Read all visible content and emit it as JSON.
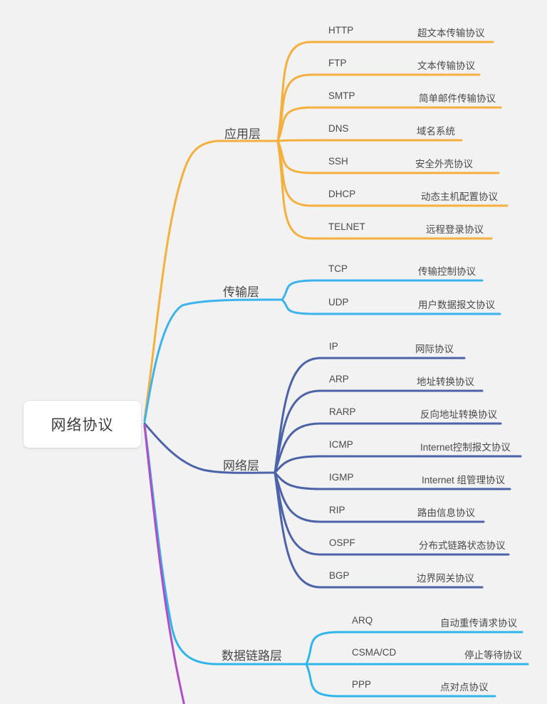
{
  "background_color": "#f2f2f2",
  "root": {
    "label": "网络协议"
  },
  "branches": [
    {
      "label": "应用层",
      "color": "#f5af3d",
      "children": [
        {
          "label": "HTTP",
          "desc": "超文本传输协议"
        },
        {
          "label": "FTP",
          "desc": "文本传输协议"
        },
        {
          "label": "SMTP",
          "desc": "简单邮件传输协议"
        },
        {
          "label": "DNS",
          "desc": "域名系统"
        },
        {
          "label": "SSH",
          "desc": "安全外壳协议"
        },
        {
          "label": "DHCP",
          "desc": "动态主机配置协议"
        },
        {
          "label": "TELNET",
          "desc": "远程登录协议"
        }
      ]
    },
    {
      "label": "传输层",
      "color": "#3ab3ee",
      "children": [
        {
          "label": "TCP",
          "desc": "传输控制协议"
        },
        {
          "label": "UDP",
          "desc": "用户数据报文协议"
        }
      ]
    },
    {
      "label": "网络层",
      "color": "#4c63a9",
      "children": [
        {
          "label": "IP",
          "desc": "网际协议"
        },
        {
          "label": "ARP",
          "desc": "地址转换协议"
        },
        {
          "label": "RARP",
          "desc": "反向地址转换协议"
        },
        {
          "label": "ICMP",
          "desc": "Internet控制报文协议"
        },
        {
          "label": "IGMP",
          "desc": "Internet 组管理协议"
        },
        {
          "label": "RIP",
          "desc": "路由信息协议"
        },
        {
          "label": "OSPF",
          "desc": "分布式链路状态协议"
        },
        {
          "label": "BGP",
          "desc": "边界网关协议"
        }
      ]
    },
    {
      "label": "数据链路层",
      "color": "#2eb5e9",
      "children": [
        {
          "label": "ARQ",
          "desc": "自动重传请求协议"
        },
        {
          "label": "CSMA/CD",
          "desc": "停止等待协议"
        },
        {
          "label": "PPP",
          "desc": "点对点协议"
        }
      ]
    },
    {
      "label": "",
      "color": "#af4ec6",
      "children": []
    }
  ]
}
